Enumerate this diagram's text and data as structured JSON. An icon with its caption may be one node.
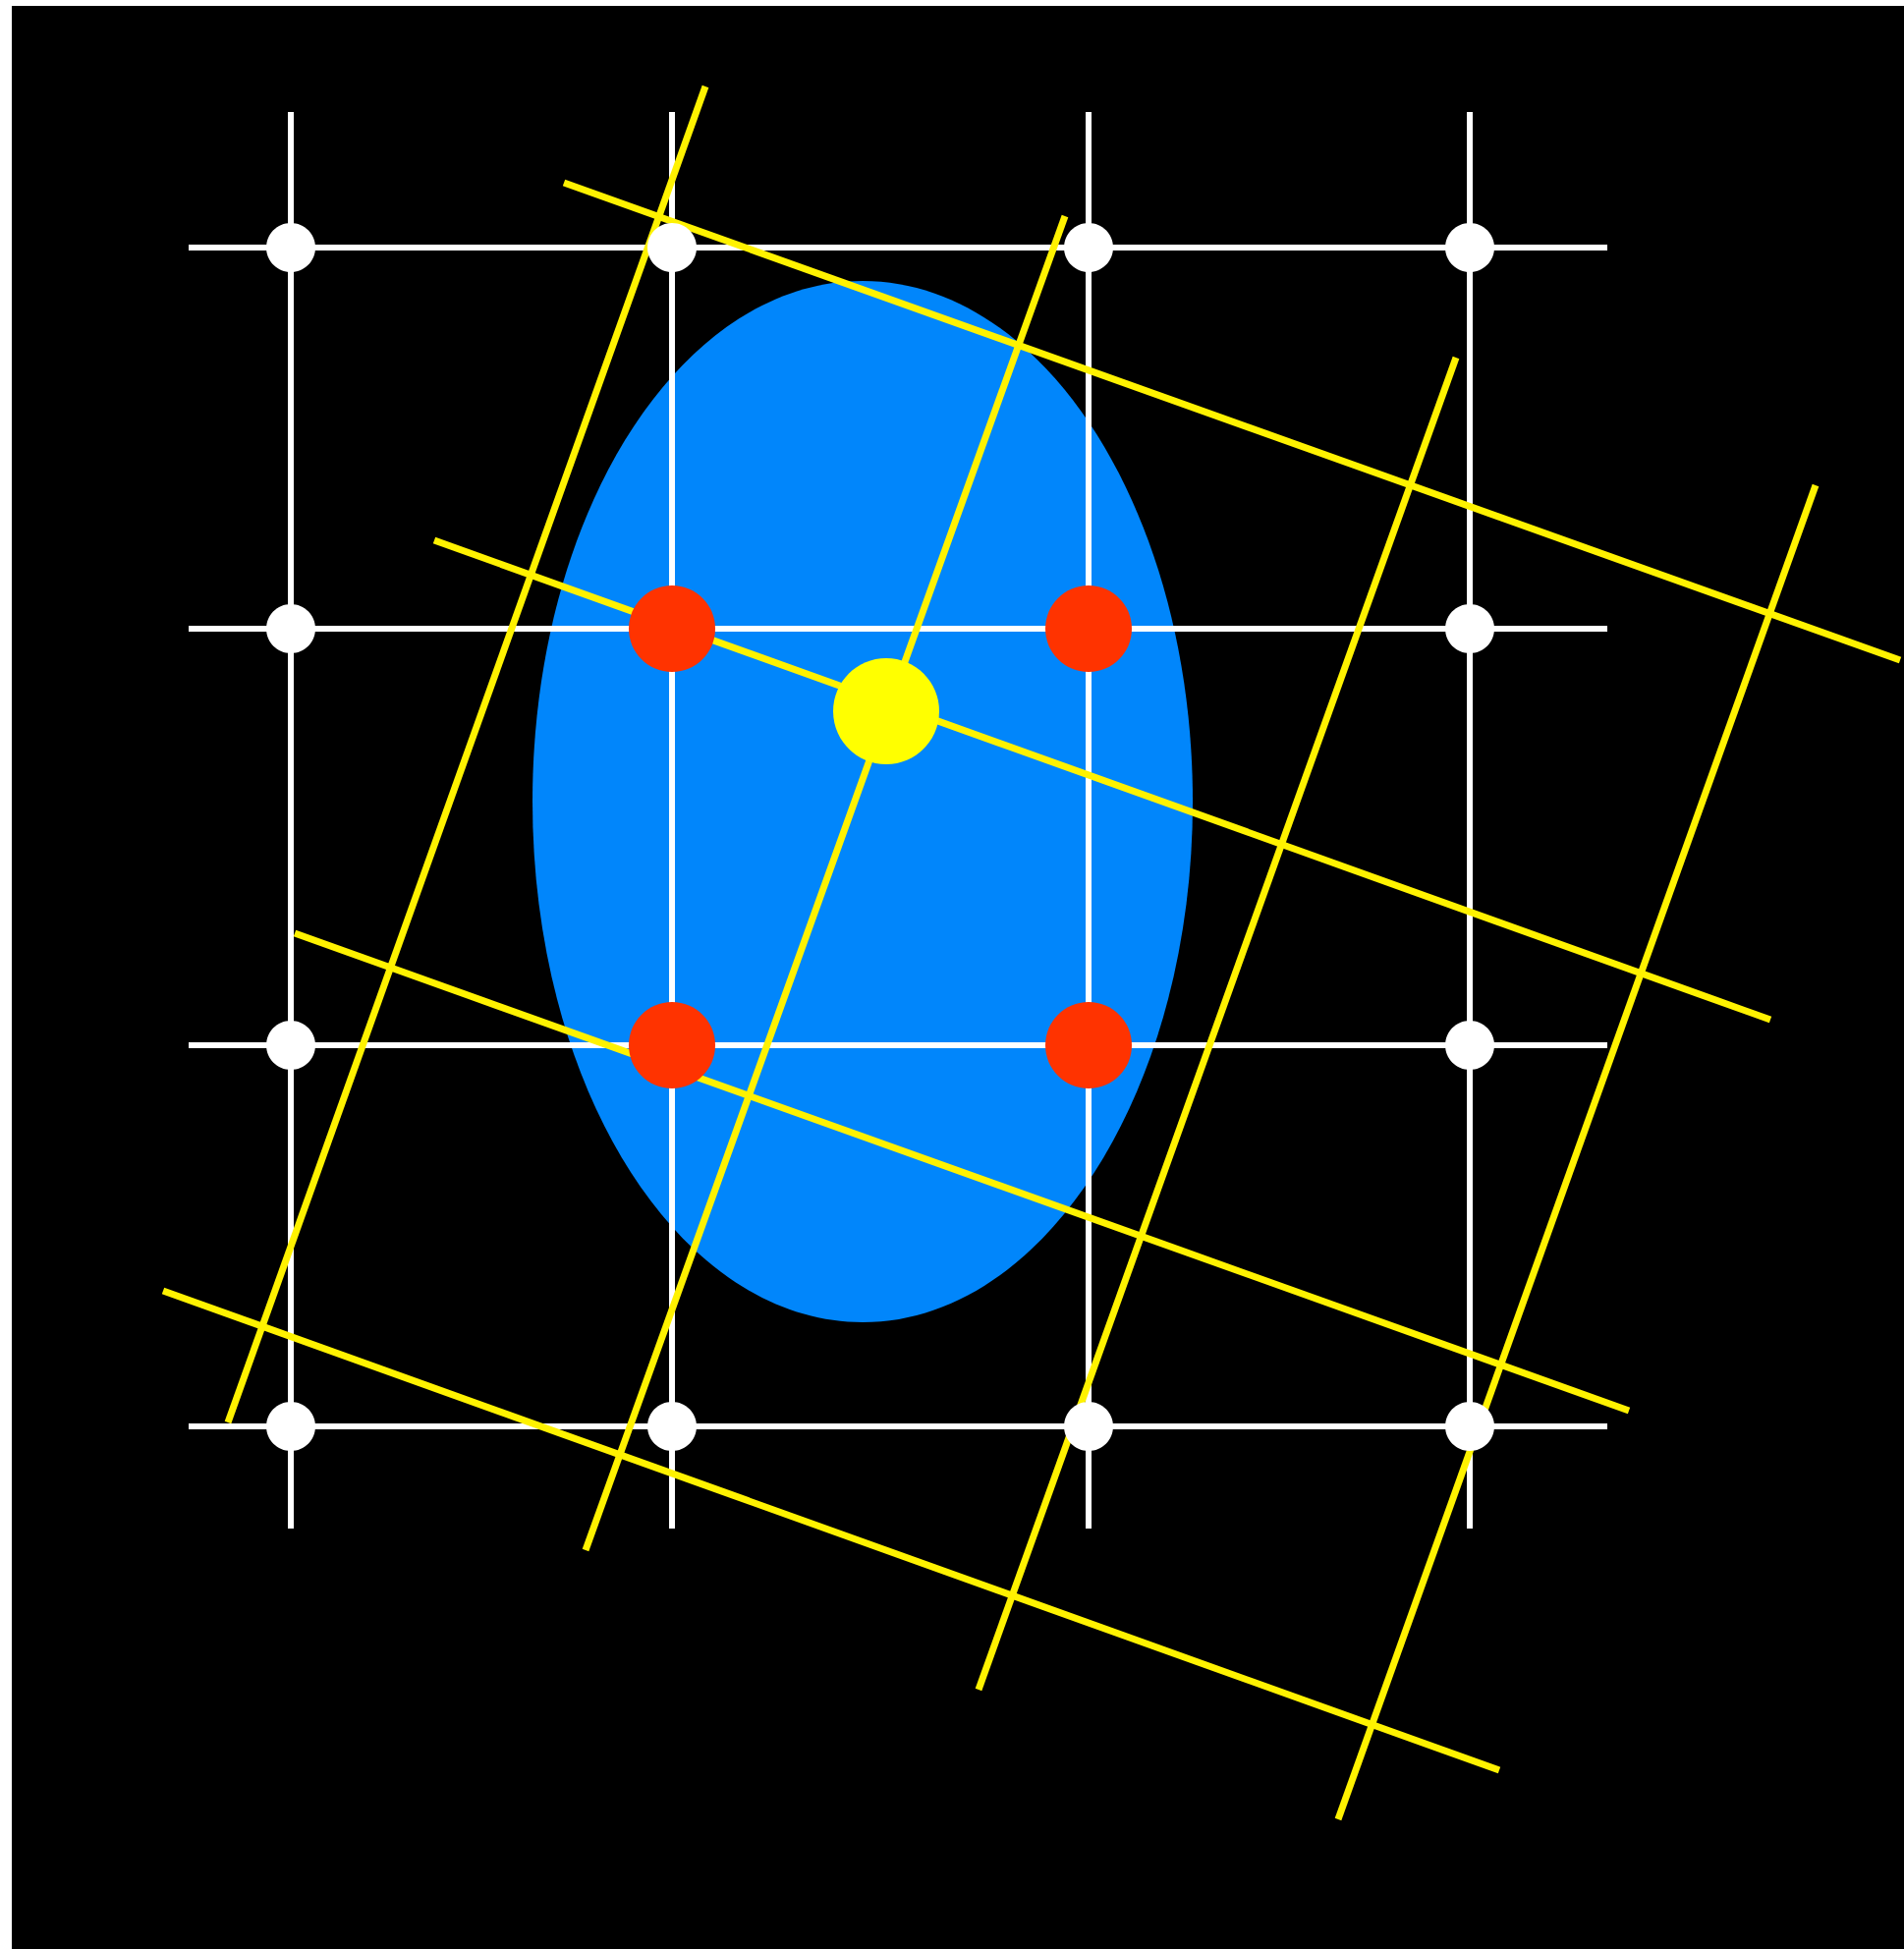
{
  "diagram": {
    "nodes": [
      {
        "text": [],
        "shape": "ellipse"
      },
      {
        "text": [],
        "shape": "circle"
      },
      {
        "text": [],
        "shape": "circle"
      },
      {
        "text": [],
        "shape": "circle"
      },
      {
        "text": [],
        "shape": "circle"
      },
      {
        "text": [],
        "shape": "circle"
      },
      {
        "text": [],
        "shape": "circle",
        "in": 0
      },
      {
        "text": [],
        "shape": "circle",
        "in": 0
      },
      {
        "text": [],
        "shape": "circle"
      },
      {
        "text": [],
        "shape": "circle",
        "in": 0
      },
      {
        "text": [],
        "shape": "circle"
      },
      {
        "text": [],
        "shape": "circle",
        "in": 0
      },
      {
        "text": [],
        "shape": "circle",
        "in": 0
      },
      {
        "text": [],
        "shape": "circle"
      },
      {
        "text": [],
        "shape": "circle"
      },
      {
        "text": [],
        "shape": "circle"
      },
      {
        "text": [],
        "shape": "circle"
      },
      {
        "text": [],
        "shape": "circle"
      }
    ]
  }
}
